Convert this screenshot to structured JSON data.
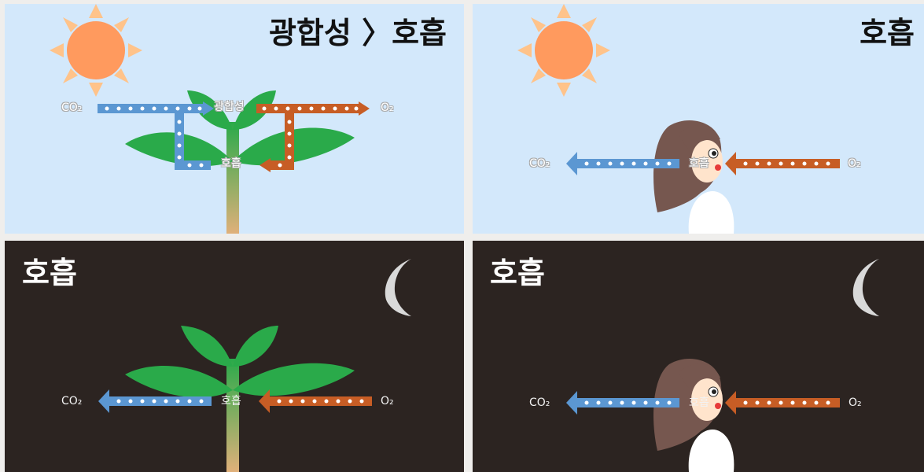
{
  "colors": {
    "day_sky": "#d3e8fb",
    "night_sky": "#2c2421",
    "sun": "#ff9a5e",
    "sun_rays": "#ffc38a",
    "moon": "#d9d9d9",
    "leaf": "#2aaa4a",
    "stem": "#c8a56a",
    "co2_arrow": "#5b97d2",
    "o2_arrow": "#c75d25",
    "gap": "#efeeec"
  },
  "panels": {
    "plant_day": {
      "title": "광합성 〉호흡",
      "sun_icon": "sun-icon",
      "labels": {
        "co2": "CO₂",
        "o2": "O₂",
        "photosynthesis": "광합성",
        "respiration": "호흡"
      }
    },
    "person_day": {
      "title": "호흡",
      "sun_icon": "sun-icon",
      "labels": {
        "co2": "CO₂",
        "o2": "O₂",
        "respiration": "호흡"
      }
    },
    "plant_night": {
      "title": "호흡",
      "moon_icon": "crescent-moon-icon",
      "labels": {
        "co2": "CO₂",
        "o2": "O₂",
        "respiration": "호흡"
      }
    },
    "person_night": {
      "title": "호흡",
      "moon_icon": "crescent-moon-icon",
      "labels": {
        "co2": "CO₂",
        "o2": "O₂",
        "respiration": "호흡"
      }
    }
  }
}
